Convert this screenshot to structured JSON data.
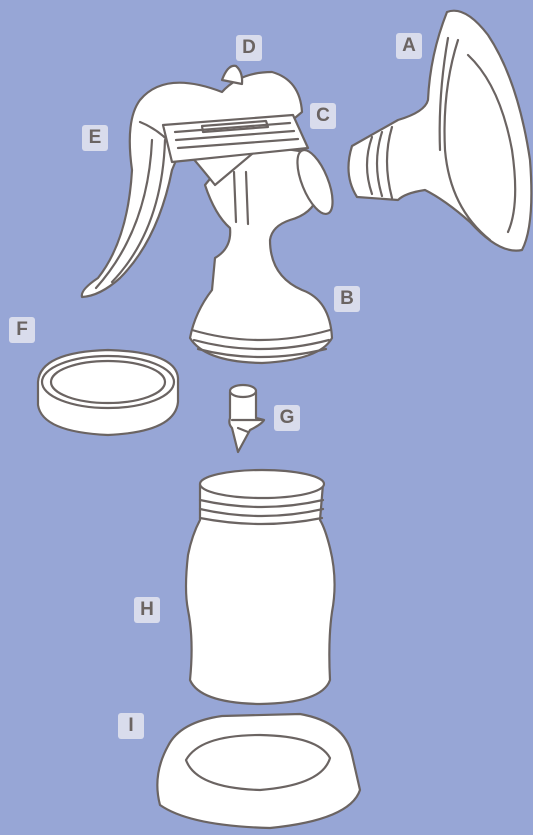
{
  "colors": {
    "background": "#97a6d6",
    "part_fill": "#ffffff",
    "part_stroke": "#6b6462",
    "label_bg": "#d9dcec",
    "label_text": "#6b6462"
  },
  "labels": {
    "a": "A",
    "b": "B",
    "c": "C",
    "d": "D",
    "e": "E",
    "f": "F",
    "g": "G",
    "h": "H",
    "i": "I"
  }
}
